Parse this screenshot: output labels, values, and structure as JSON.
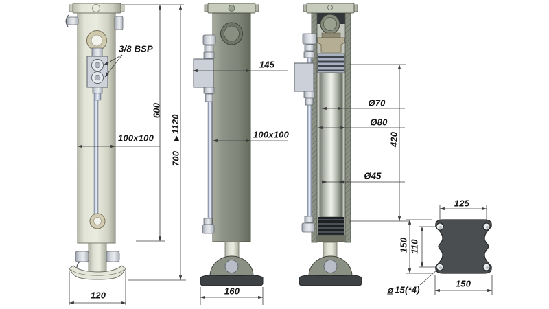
{
  "drawing": {
    "views": {
      "front": {
        "port_label": "3/8 BSP",
        "height_inner": "600",
        "height_retracted": "700",
        "height_extended": "1120",
        "extend_marker": "▶",
        "profile": "100x100",
        "foot_width": "120"
      },
      "side": {
        "block_offset": "145",
        "profile": "100x100",
        "base_width": "160"
      },
      "section": {
        "bore_dia": "Ø70",
        "tube_dia": "Ø80",
        "stroke_length": "420",
        "rod_dia": "Ø45"
      },
      "plate": {
        "hole_pitch_x": "125",
        "hole_pitch_y": "110",
        "plate_height": "150",
        "plate_width": "150",
        "hole_dia_symbol": "⌀",
        "hole_dia": "15(*4)"
      }
    },
    "colors": {
      "body_light": "#e2e4d7",
      "body_olive": "#8b9084",
      "fitting_steel": "#ccd0d8",
      "hose_blue": "#cdd4e6",
      "plate_dark": "#4b4e51",
      "base_dark": "#3f4245",
      "dimension_line": "#3c3c3c",
      "background": "#ffffff"
    }
  }
}
